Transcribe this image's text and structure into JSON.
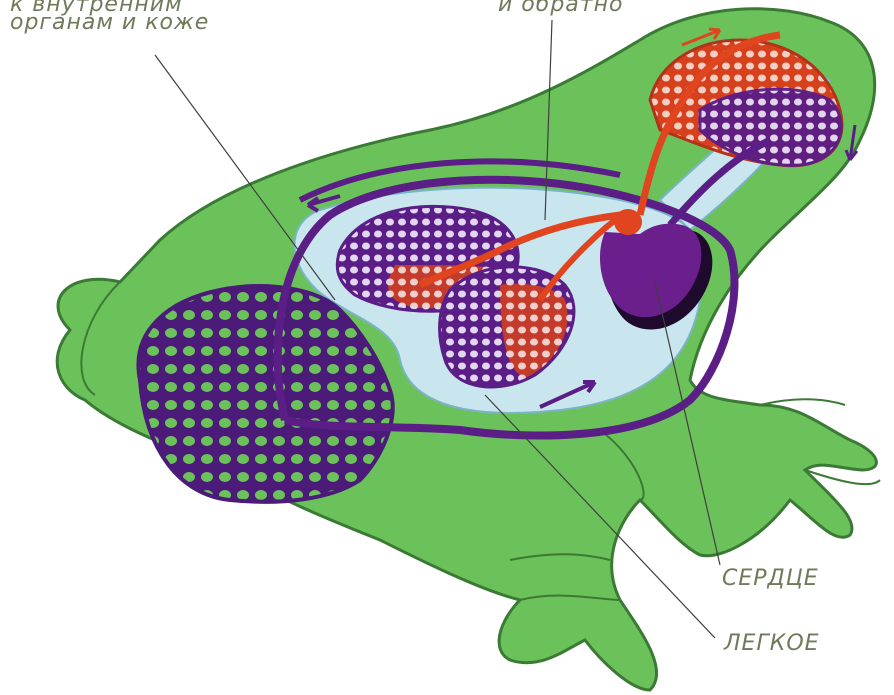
{
  "labels": {
    "organs_line1": "к внутренним",
    "organs_line2": "органам и коже",
    "lungs_back": "и обратно",
    "heart": "СЕРДЦЕ",
    "lung": "ЛЕГКОЕ"
  },
  "colors": {
    "body": "#6cc25a",
    "body_outline": "#3a7a34",
    "venous": "#5a1e86",
    "arterial": "#e0451f",
    "cavity": "#c9e6ef",
    "heart": "#6a1f8c",
    "label_text": "#6f7a5a",
    "pointer_lines": "#3f3f3f"
  }
}
